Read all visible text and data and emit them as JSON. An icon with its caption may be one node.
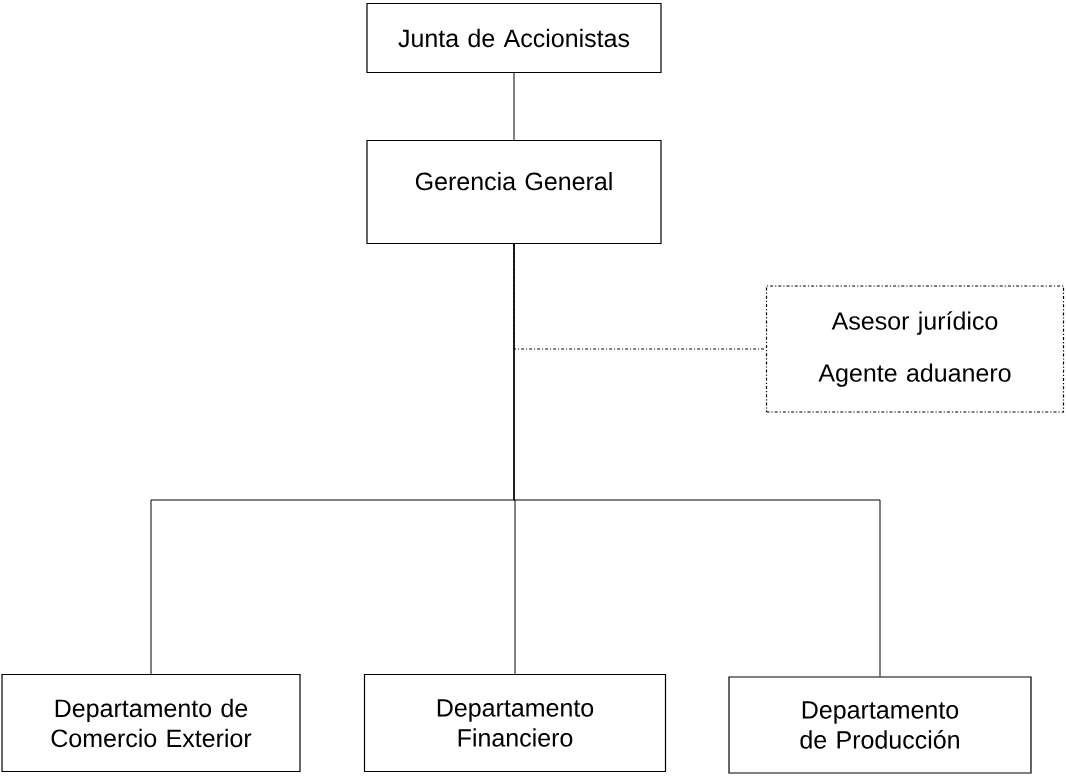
{
  "diagram": {
    "nodes": [
      {
        "text": [
          "Junta de Accionistas"
        ]
      },
      {
        "text": [
          "Gerencia General"
        ]
      },
      {
        "text": [
          "Asesor jurídico",
          "Agente aduanero"
        ]
      },
      {
        "text": [
          "Departamento de Comercio Exterior"
        ]
      },
      {
        "text": [
          "Departamento Financiero"
        ]
      },
      {
        "text": [
          "Departamento de Producción"
        ]
      }
    ],
    "edges": [
      {
        "from": 0,
        "to": 1,
        "arrow": "none"
      },
      {
        "from": 1,
        "to": 2,
        "arrow": "none",
        "style": "dashed"
      },
      {
        "from": 1,
        "to": 3,
        "arrow": "none"
      },
      {
        "from": 1,
        "to": 4,
        "arrow": "none"
      },
      {
        "from": 1,
        "to": 5,
        "arrow": "none"
      }
    ]
  }
}
